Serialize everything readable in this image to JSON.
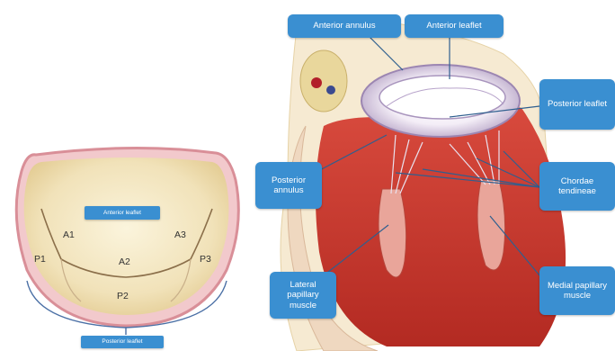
{
  "left_view": {
    "center_label": "Anterior leaflet",
    "bottom_label": "Posterior leaflet",
    "segments": [
      "A1",
      "A2",
      "A3",
      "P1",
      "P2",
      "P3"
    ]
  },
  "right_view": {
    "labels": {
      "anterior_annulus": "Anterior annulus",
      "anterior_leaflet": "Anterior leaflet",
      "posterior_leaflet": "Posterior leaflet",
      "posterior_annulus": "Posterior annulus",
      "chordae_tendineae": "Chordae tendineae",
      "lateral_papillary_muscle": "Lateral papillary muscle",
      "medial_papillary_muscle": "Medial papillary muscle"
    }
  },
  "colors": {
    "label_blue": "#3a8fd1",
    "leaflet_cream": "#f3e6c4",
    "muscle_red": "#c8352b",
    "annulus_pink": "#e8a7b0"
  }
}
